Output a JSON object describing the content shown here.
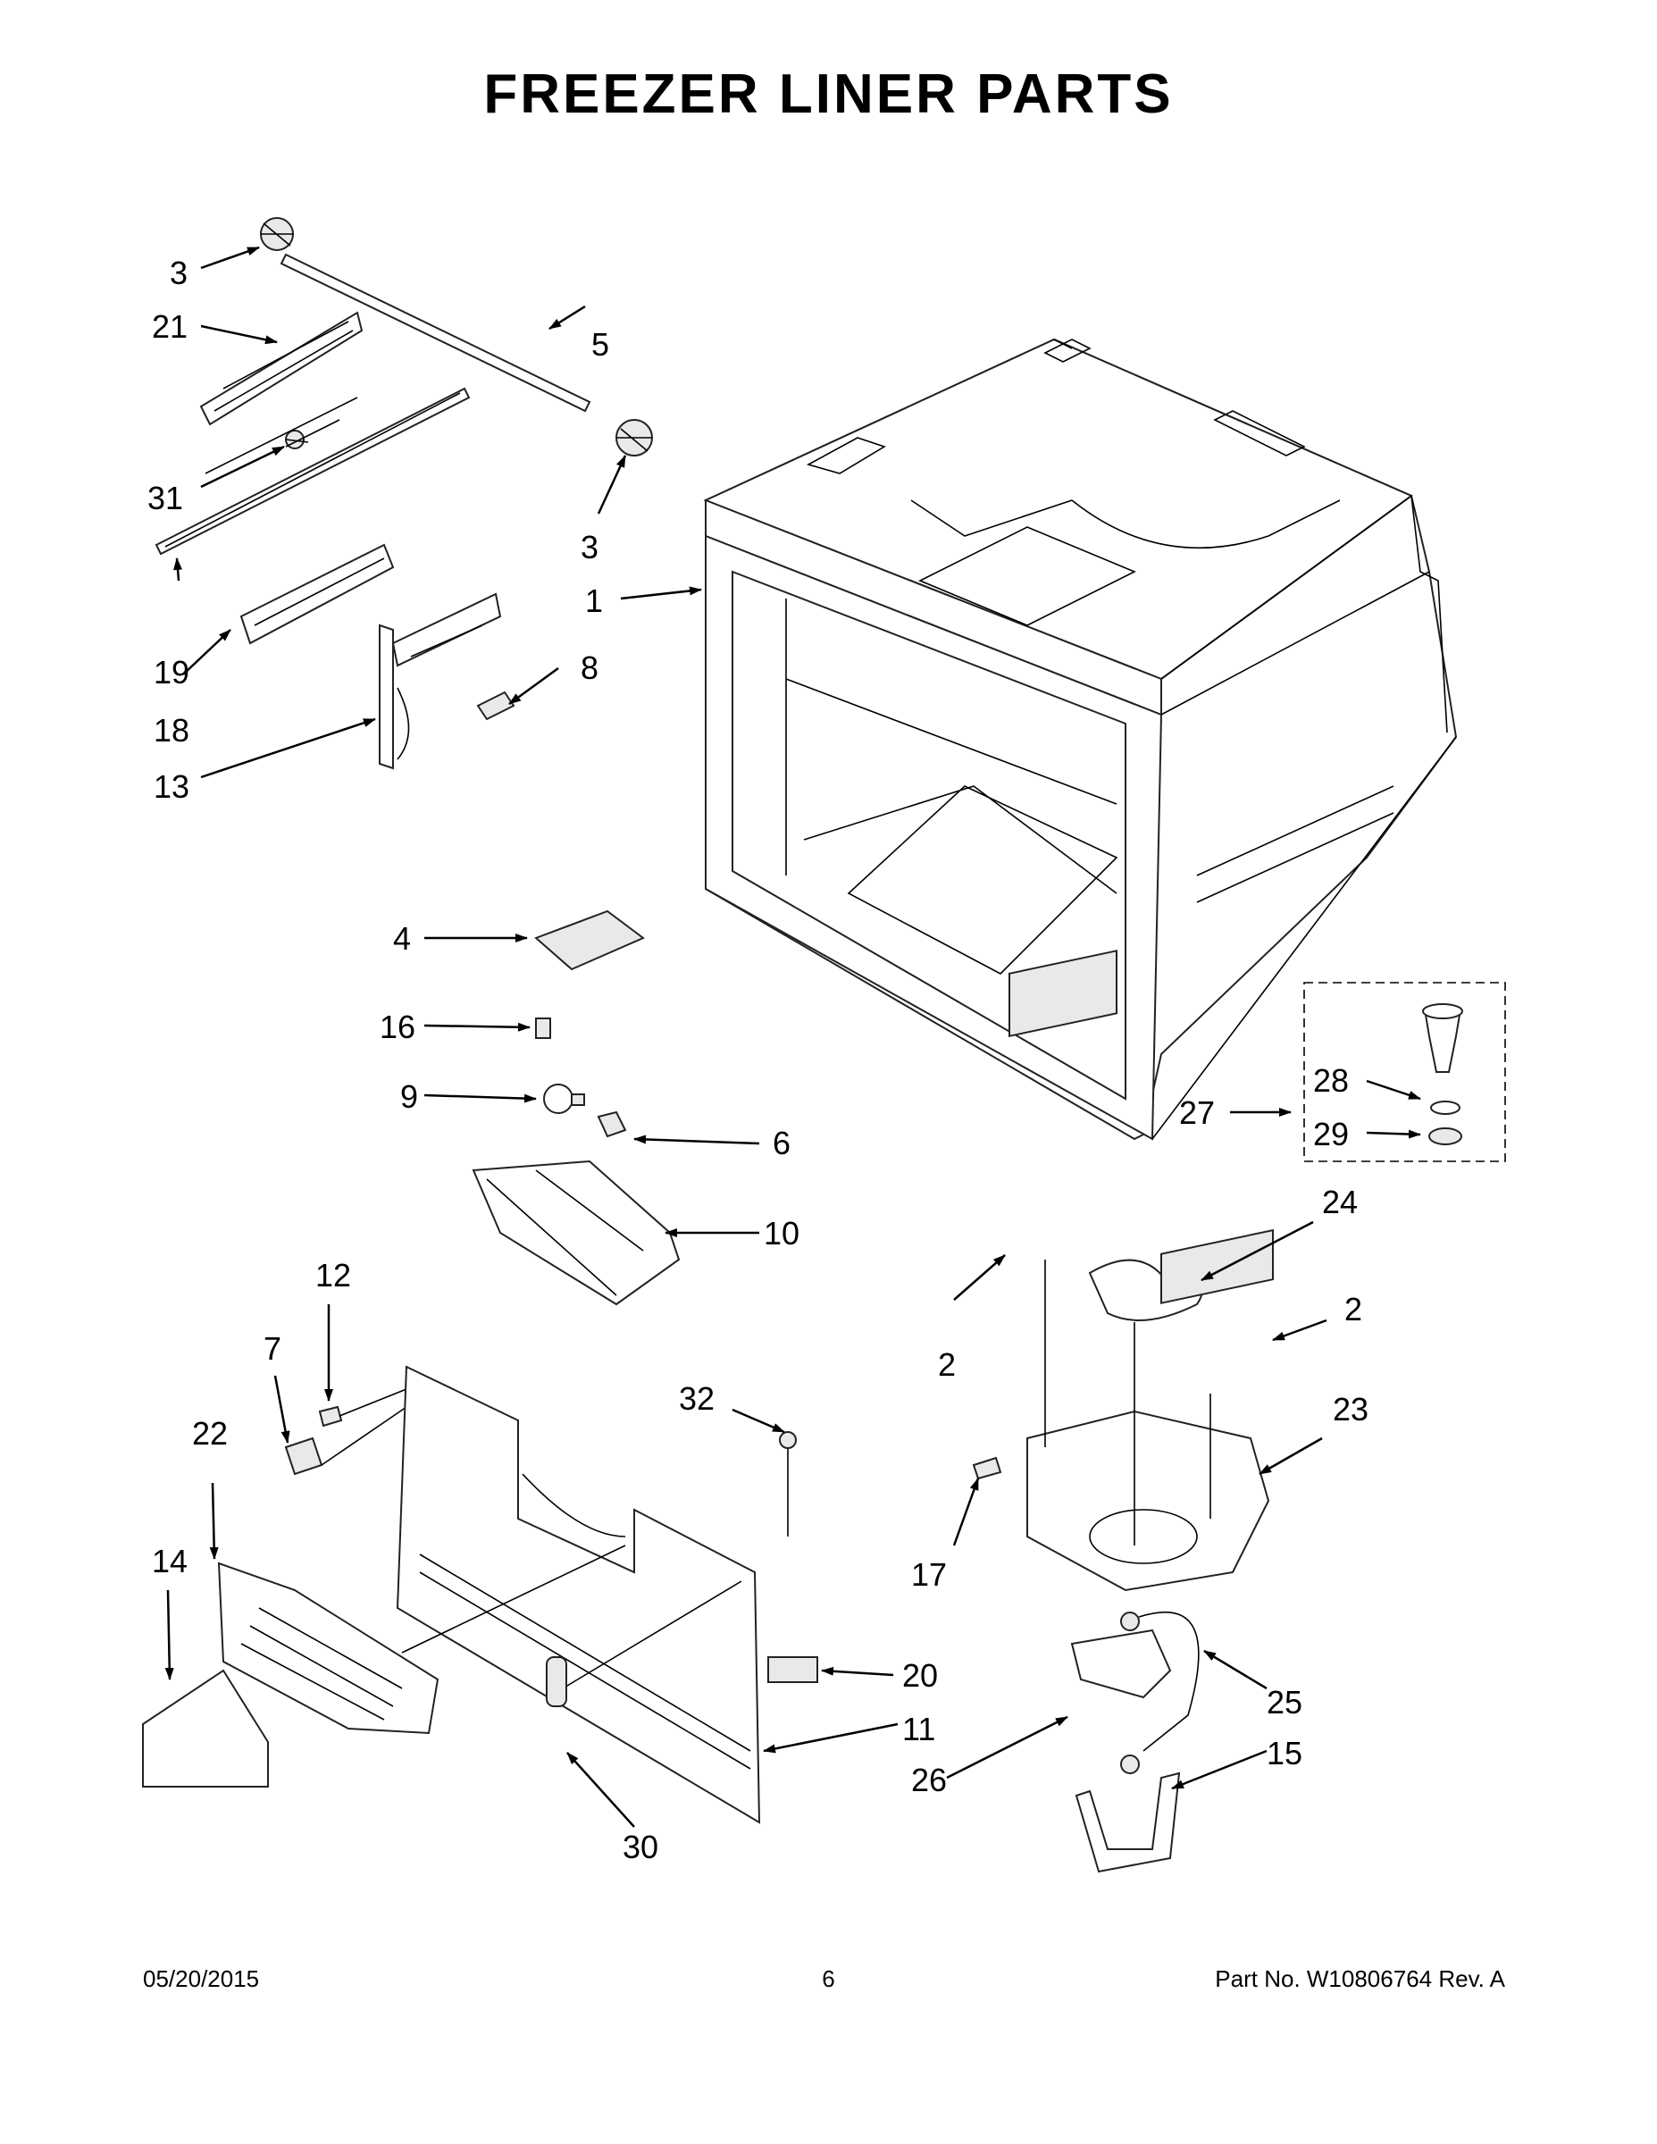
{
  "title": "FREEZER LINER PARTS",
  "callouts": {
    "c1": "1",
    "c2a": "2",
    "c2b": "2",
    "c3a": "3",
    "c3b": "3",
    "c4": "4",
    "c5": "5",
    "c6": "6",
    "c7": "7",
    "c8": "8",
    "c9": "9",
    "c10": "10",
    "c11": "11",
    "c12": "12",
    "c13": "13",
    "c14": "14",
    "c15": "15",
    "c16": "16",
    "c17": "17",
    "c18": "18",
    "c19": "19",
    "c20": "20",
    "c21": "21",
    "c22": "22",
    "c23": "23",
    "c24": "24",
    "c25": "25",
    "c26": "26",
    "c27": "27",
    "c28": "28",
    "c29": "29",
    "c30": "30",
    "c31": "31",
    "c32": "32"
  },
  "footer": {
    "date": "05/20/2015",
    "page": "6",
    "part_no": "Part No.  W10806764  Rev.  A"
  }
}
